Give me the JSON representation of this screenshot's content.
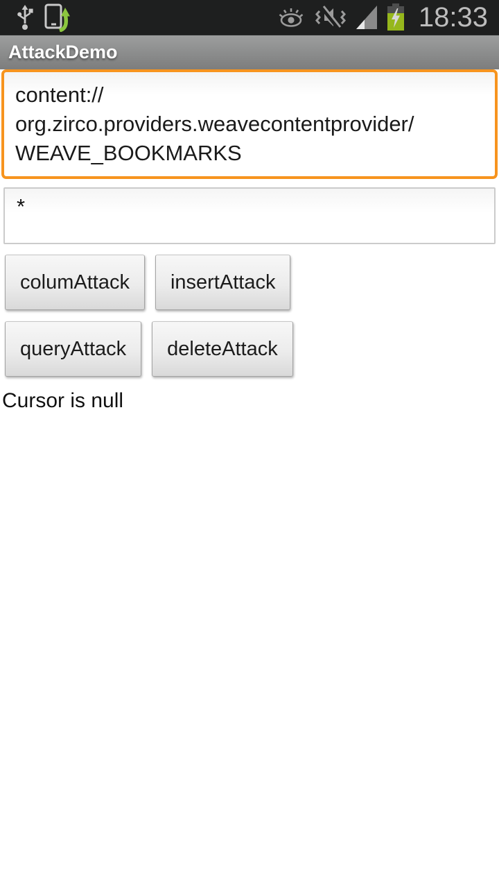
{
  "status_bar": {
    "time": "18:33",
    "icons_left": [
      "usb-icon",
      "phone-data-transfer-icon"
    ],
    "icons_right": [
      "smart-stay-eye-icon",
      "vibrate-off-icon",
      "signal-strength-icon",
      "battery-charging-icon"
    ],
    "colors": {
      "background": "#1E1F1F",
      "icon_gray": "#9B9B9B",
      "icon_light_gray": "#C9C9C9",
      "battery_green": "#96B71C",
      "arrow_green": "#8CC63F",
      "time_text": "#BDBDBD"
    }
  },
  "action_bar": {
    "title": "AttackDemo",
    "colors": {
      "gradient_top": "#9D9E9E",
      "gradient_bottom": "#7C7D7D",
      "title_text": "#FFFFFF"
    }
  },
  "main": {
    "uri_field": {
      "value": "content://org.zirco.providers.weavecontentprovider/WEAVE_BOOKMARKS",
      "lines": [
        "content://",
        "org.zirco.providers.weavecontentprovider/",
        "WEAVE_BOOKMARKS"
      ],
      "focus_border_color": "#F7941E"
    },
    "projection_field": {
      "value": "*"
    },
    "buttons": [
      {
        "label": "columAttack"
      },
      {
        "label": "insertAttack"
      },
      {
        "label": "queryAttack"
      },
      {
        "label": "deleteAttack"
      }
    ],
    "result_text": "Cursor is null"
  }
}
